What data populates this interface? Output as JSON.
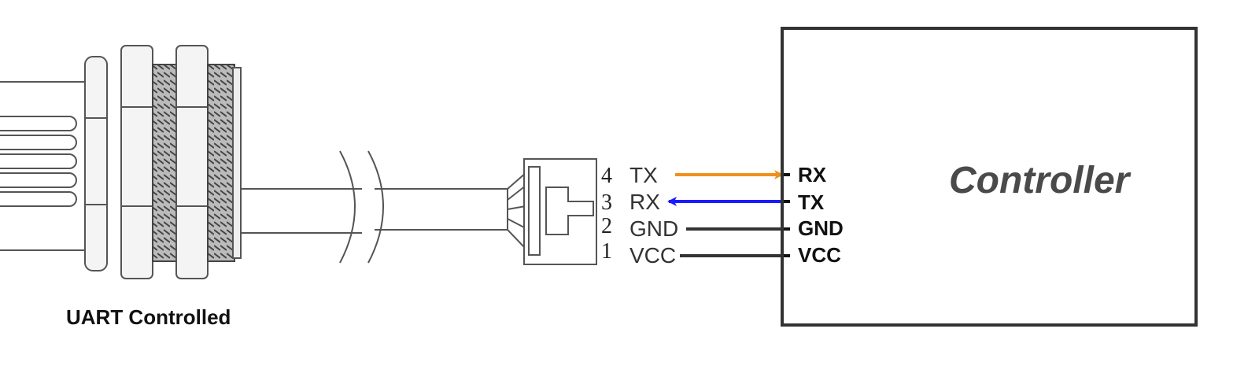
{
  "caption": "UART Controlled",
  "controller": {
    "title": "Controller"
  },
  "pins": [
    {
      "number": "4",
      "name": "TX",
      "controller_label": "RX",
      "color": "#f0901c"
    },
    {
      "number": "3",
      "name": "RX",
      "controller_label": "TX",
      "color": "#1a1aff"
    },
    {
      "number": "2",
      "name": "GND",
      "controller_label": "GND",
      "color": "#333333"
    },
    {
      "number": "1",
      "name": "VCC",
      "controller_label": "VCC",
      "color": "#333333"
    }
  ],
  "wiring": [
    {
      "from": "TX",
      "to": "RX",
      "direction": "to-controller"
    },
    {
      "from": "TX",
      "to": "RX",
      "direction": "from-controller"
    },
    {
      "from": "GND",
      "to": "GND",
      "direction": "none"
    },
    {
      "from": "VCC",
      "to": "VCC",
      "direction": "none"
    }
  ]
}
